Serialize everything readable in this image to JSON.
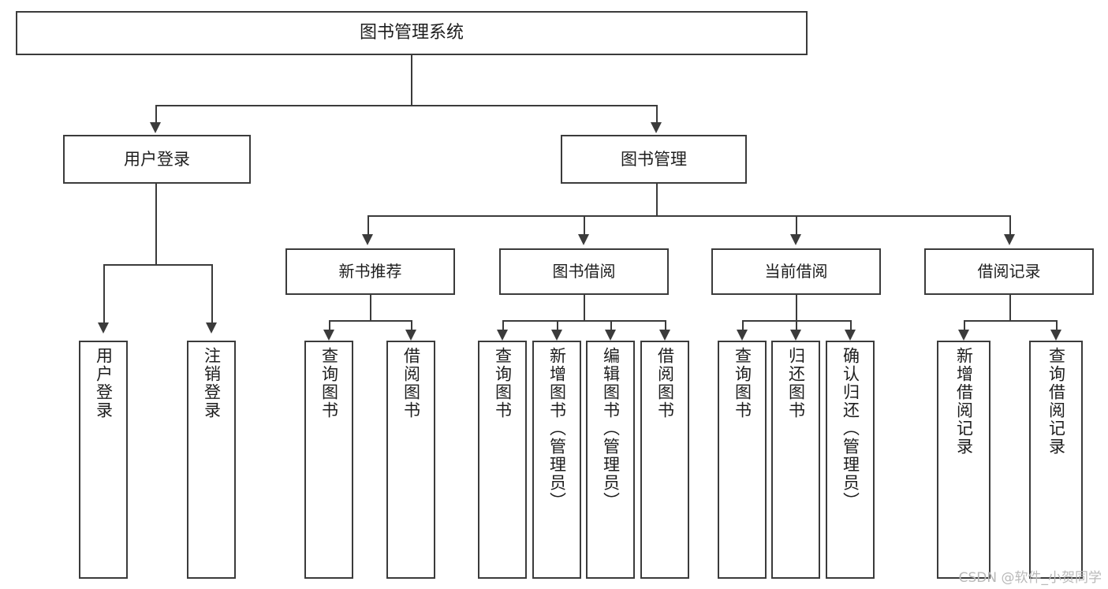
{
  "diagram": {
    "type": "tree",
    "title": "图书管理系统",
    "root": {
      "label": "图书管理系统"
    },
    "level2": [
      {
        "label": "用户登录"
      },
      {
        "label": "图书管理"
      }
    ],
    "level3": [
      {
        "label": "新书推荐"
      },
      {
        "label": "图书借阅"
      },
      {
        "label": "当前借阅"
      },
      {
        "label": "借阅记录"
      }
    ],
    "leaves": {
      "user_login": [
        {
          "label": "用户登录"
        },
        {
          "label": "注销登录"
        }
      ],
      "new_book_recommend": [
        {
          "label": "查询图书"
        },
        {
          "label": "借阅图书"
        }
      ],
      "book_borrow": [
        {
          "label": "查询图书"
        },
        {
          "label": "新增图书（管理员）"
        },
        {
          "label": "编辑图书（管理员）"
        },
        {
          "label": "借阅图书"
        }
      ],
      "current_borrow": [
        {
          "label": "查询图书"
        },
        {
          "label": "归还图书"
        },
        {
          "label": "确认归还（管理员）"
        }
      ],
      "borrow_record": [
        {
          "label": "新增借阅记录"
        },
        {
          "label": "查询借阅记录"
        }
      ]
    }
  },
  "watermark": {
    "text": "CSDN @软件_小贺同学"
  },
  "colors": {
    "stroke": "#3b3b3b",
    "background": "#ffffff",
    "text": "#1d1d1d",
    "watermark": "#b9b9b9"
  }
}
